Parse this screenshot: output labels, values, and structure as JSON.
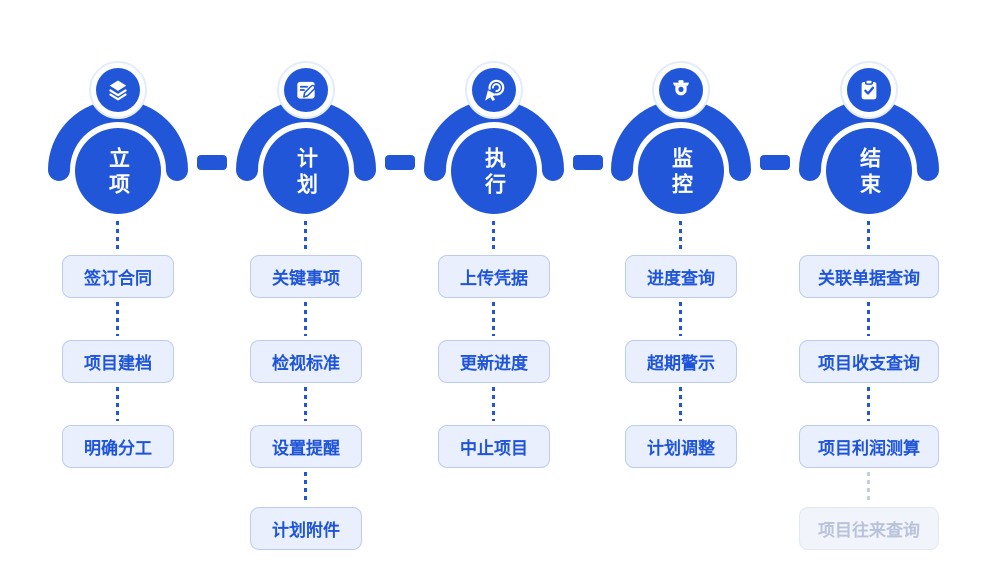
{
  "colors": {
    "primary": "#2156D9",
    "badge_ring": "#E4ECFB",
    "box_bg": "#E9EFFC",
    "box_border": "#BCCBF1",
    "box_text": "#1D54DA",
    "disabled_bg": "#F1F4FB",
    "disabled_border": "#E2E7F4",
    "disabled_text": "#B9C2DB",
    "muted_dot": "#C5CDE2",
    "icon_glyph": "#FFFFFF"
  },
  "stages": [
    {
      "label": "立项",
      "icon": "layers-icon",
      "items": [
        {
          "label": "签订合同",
          "disabled": false
        },
        {
          "label": "项目建档",
          "disabled": false
        },
        {
          "label": "明确分工",
          "disabled": false
        }
      ]
    },
    {
      "label": "计划",
      "icon": "edit-note-icon",
      "items": [
        {
          "label": "关键事项",
          "disabled": false
        },
        {
          "label": "检视标准",
          "disabled": false
        },
        {
          "label": "设置提醒",
          "disabled": false
        },
        {
          "label": "计划附件",
          "disabled": false
        }
      ]
    },
    {
      "label": "执行",
      "icon": "cursor-click-icon",
      "items": [
        {
          "label": "上传凭据",
          "disabled": false
        },
        {
          "label": "更新进度",
          "disabled": false
        },
        {
          "label": "中止项目",
          "disabled": false
        }
      ]
    },
    {
      "label": "监控",
      "icon": "dome-camera-icon",
      "items": [
        {
          "label": "进度查询",
          "disabled": false
        },
        {
          "label": "超期警示",
          "disabled": false
        },
        {
          "label": "计划调整",
          "disabled": false
        }
      ]
    },
    {
      "label": "结束",
      "icon": "clipboard-check-icon",
      "items": [
        {
          "label": "关联单据查询",
          "disabled": false
        },
        {
          "label": "项目收支查询",
          "disabled": false
        },
        {
          "label": "项目利润测算",
          "disabled": false
        },
        {
          "label": "项目往来查询",
          "disabled": true
        }
      ]
    }
  ]
}
